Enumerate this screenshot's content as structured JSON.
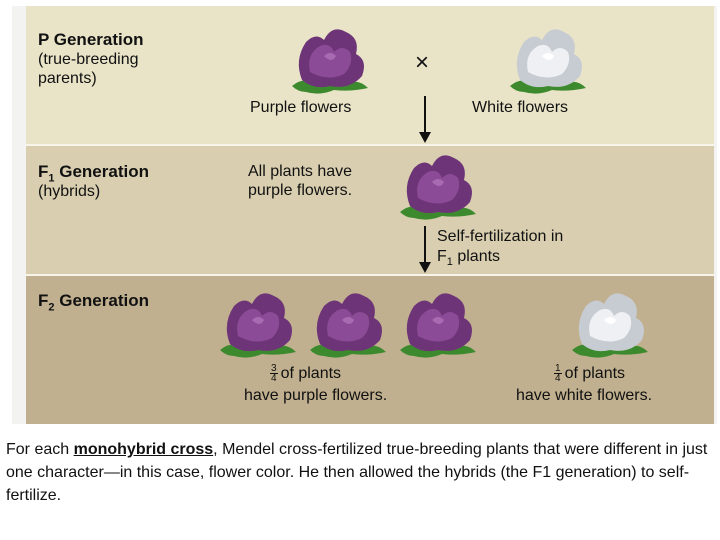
{
  "figure": {
    "p": {
      "title": "P Generation",
      "subtitle_line1": "(true-breeding",
      "subtitle_line2": "parents)",
      "cross_symbol": "×",
      "purple_label": "Purple flowers",
      "white_label": "White flowers"
    },
    "f1": {
      "title_prefix": "F",
      "title_sub": "1",
      "title_suffix": " Generation",
      "subtitle": "(hybrids)",
      "desc_line1": "All plants have",
      "desc_line2": "purple flowers.",
      "selffert_line1": "Self-fertilization in",
      "selffert_prefix": "F",
      "selffert_sub": "1",
      "selffert_suffix": " plants"
    },
    "f2": {
      "title_prefix": "F",
      "title_sub": "2",
      "title_suffix": " Generation",
      "purple_num": "3",
      "purple_den": "4",
      "purple_line1": "of plants",
      "purple_line2": "have purple flowers.",
      "white_num": "1",
      "white_den": "4",
      "white_line1": "of plants",
      "white_line2": "have white flowers."
    },
    "colors": {
      "purple_petal": "#7a3d84",
      "white_petal": "#e3e6ea",
      "leaf": "#3d8a2e"
    }
  },
  "caption": {
    "before": "For each ",
    "term": "monohybrid cross",
    "after": ", Mendel cross-fertilized true-breeding plants that were different in just one character—in this case, flower color. He then allowed the hybrids (the F1 generation) to self-fertilize."
  }
}
